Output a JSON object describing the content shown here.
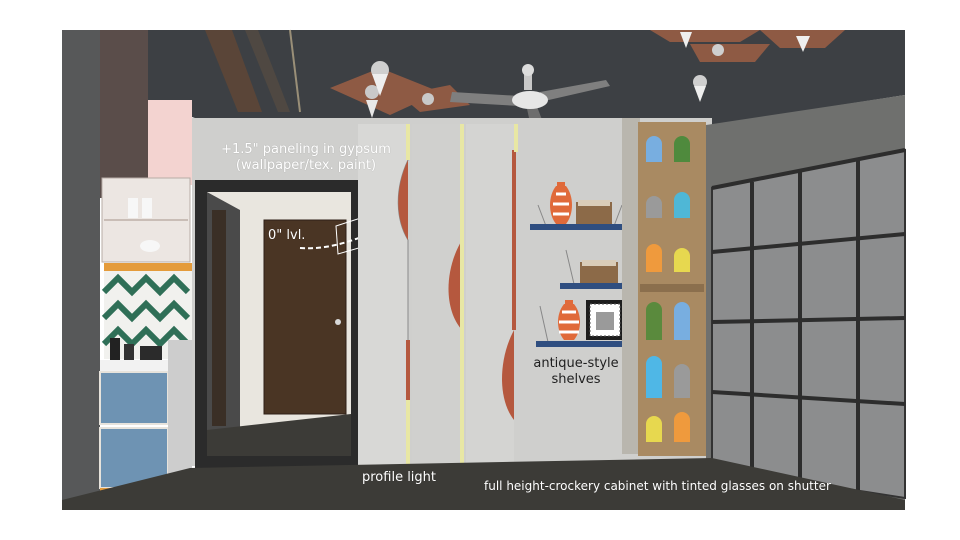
{
  "annotations": {
    "paneling_line1": "+1.5\"  paneling in gypsum",
    "paneling_line2": "(wallpaper/tex. paint)",
    "zero_level": "0\" lvl.",
    "shelves_line1": "antique-style",
    "shelves_line2": "shelves",
    "profile_light": "profile light",
    "crockery_cabinet": "full height-crockery cabinet with tinted glasses on shutter"
  },
  "colors": {
    "ceiling": "#3d4044",
    "wall": "#cfcfcd",
    "accent_wave": "#b5583e",
    "profile_light": "#e8e7a4",
    "floor": "#3c3b37",
    "door_wood": "#4a3524",
    "cabinet_frame": "#a98a62",
    "shelf_blue": "#2f4e80",
    "counter_blue": "#6e93b3",
    "pink_wall": "#f3d3d0"
  },
  "icons": [
    "ceiling-fan-icon",
    "ceiling-light-icon",
    "vase-icon",
    "basket-icon",
    "photo-frame-icon"
  ]
}
